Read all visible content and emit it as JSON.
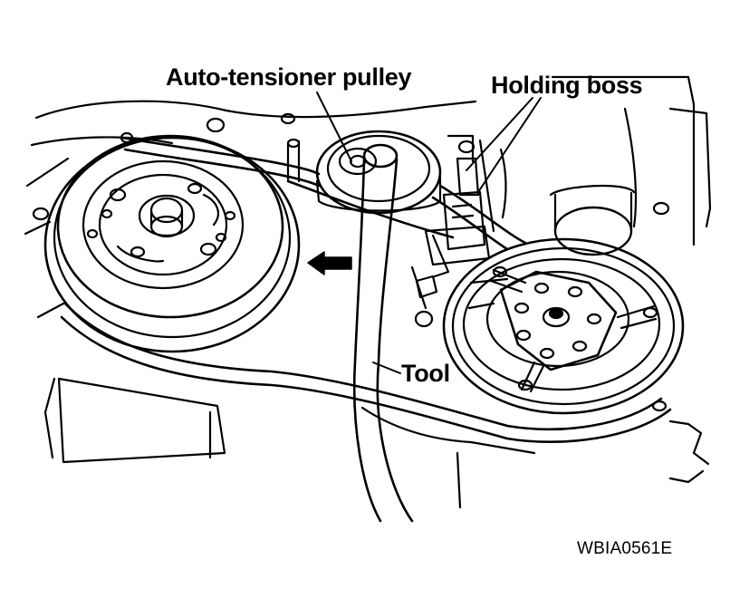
{
  "labels": {
    "auto_tensioner": "Auto-tensioner pulley",
    "holding_boss": "Holding boss",
    "tool": "Tool"
  },
  "figure_code": "WBIA0561E",
  "colors": {
    "ink": "#000000",
    "paper": "#ffffff"
  }
}
